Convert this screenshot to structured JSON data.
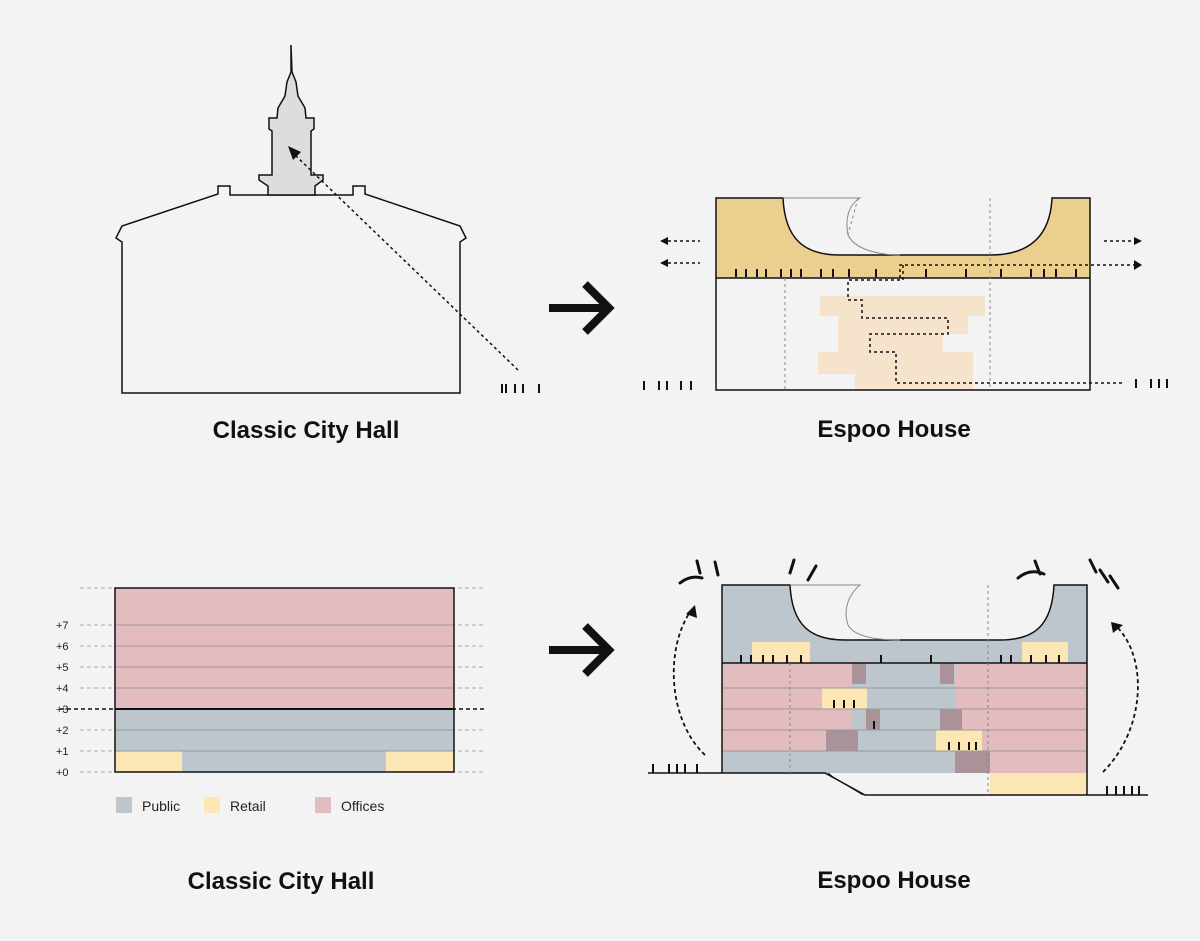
{
  "captions": {
    "top_left": "Classic City Hall",
    "top_right": "Espoo House",
    "bottom_left": "Classic City Hall",
    "bottom_right": "Espoo House"
  },
  "floors": [
    "+0",
    "+1",
    "+2",
    "+3",
    "+4",
    "+5",
    "+6",
    "+7"
  ],
  "legend": [
    {
      "label": "Public",
      "color": "#bcc6cc"
    },
    {
      "label": "Retail",
      "color": "#fbe6b4"
    },
    {
      "label": "Offices",
      "color": "#e2bcbe"
    }
  ],
  "colors": {
    "public": "#bcc6cc",
    "retail": "#fbe6b4",
    "offices": "#e2bcbe",
    "atrium": "#ebcf8e",
    "stair": "#f5e3cc",
    "overlap": "#a99399",
    "tower": "#dddddd"
  },
  "icons": {
    "arrow_top": "right-arrow-icon",
    "arrow_bottom": "right-arrow-icon"
  }
}
